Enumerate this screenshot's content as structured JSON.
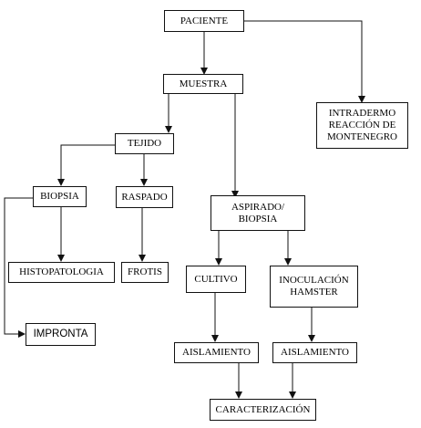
{
  "nodes": {
    "paciente": "PACIENTE",
    "muestra": "MUESTRA",
    "intradermo": "INTRADERMO\nREACCIÓN DE\nMONTENEGRO",
    "tejido": "TEJIDO",
    "biopsia": "BIOPSIA",
    "raspado": "RASPADO",
    "aspirado": "ASPIRADO/\nBIOPSIA",
    "histopatologia": "HISTOPATOLOGIA",
    "frotis": "FROTIS",
    "cultivo": "CULTIVO",
    "inoculacion": "INOCULACIÓN\nHAMSTER",
    "impronta": "IMPRONTA",
    "aislamiento_1": "AISLAMIENTO",
    "aislamiento_2": "AISLAMIENTO",
    "caracterizacion": "CARACTERIZACIÓN"
  },
  "colors": {
    "line": "#111111",
    "box_border": "#111111",
    "background": "#ffffff"
  }
}
